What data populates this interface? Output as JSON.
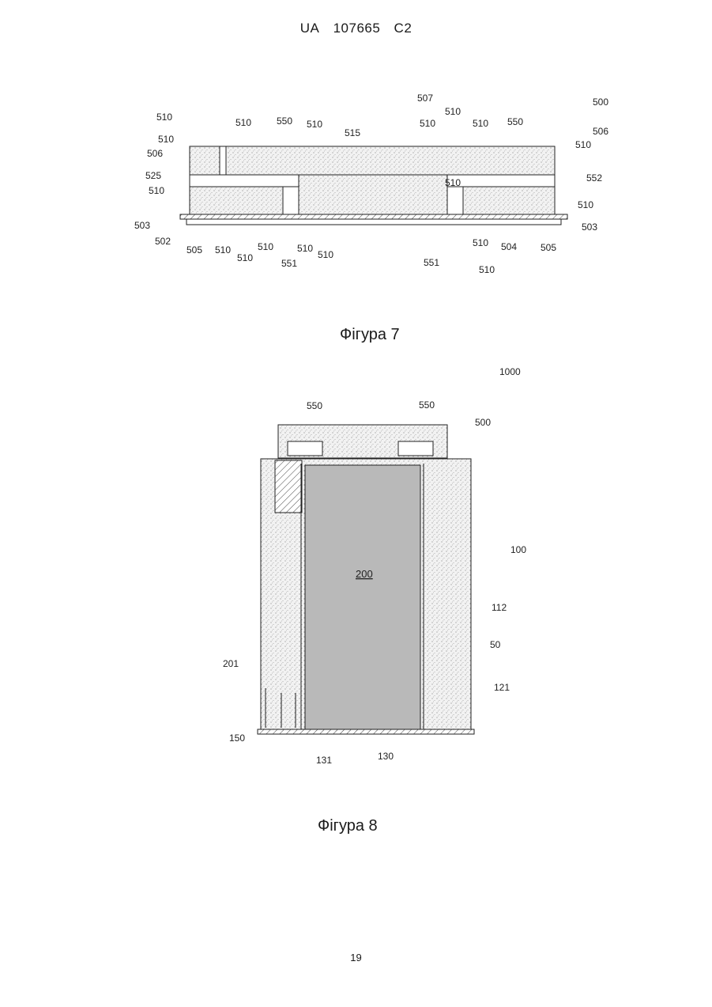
{
  "header": {
    "country": "UA",
    "number": "107665",
    "kind": "C2"
  },
  "figure7": {
    "caption": "Фігура 7",
    "labels": [
      "500",
      "507",
      "510",
      "510",
      "550",
      "510",
      "515",
      "510",
      "510",
      "510",
      "550",
      "510",
      "506",
      "506",
      "510",
      "525",
      "552",
      "510",
      "510",
      "503",
      "502",
      "505",
      "510",
      "510",
      "510",
      "510",
      "551",
      "510",
      "503",
      "504",
      "505",
      "510",
      "551",
      "510",
      "510"
    ]
  },
  "figure8": {
    "caption": "Фігура 8",
    "labels": [
      "1000",
      "550",
      "550",
      "500",
      "100",
      "112",
      "200",
      "201",
      "50",
      "121",
      "150",
      "131",
      "130"
    ]
  },
  "page_number": "19",
  "colors": {
    "ink": "#1a1a1a",
    "stipple": "#cfcfcf",
    "cavity": "#b9b9b9"
  }
}
